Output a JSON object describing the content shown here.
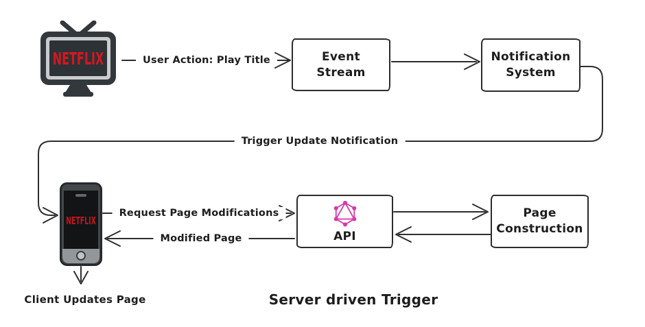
{
  "diagram": {
    "caption": "Server driven Trigger",
    "nodes": {
      "tv": {
        "brand": "NETFLIX"
      },
      "event_stream": {
        "label": "Event Stream"
      },
      "notification_system": {
        "label": "Notification System"
      },
      "phone": {
        "brand": "NETFLIX"
      },
      "api": {
        "label": "API",
        "icon": "graphql-logo"
      },
      "page_construction": {
        "label": "Page Construction"
      },
      "client_note": {
        "label": "Client Updates Page"
      }
    },
    "edges": {
      "user_action": {
        "label": "User Action: Play Title",
        "from": "tv",
        "to": "event_stream"
      },
      "event_to_notification": {
        "label": "",
        "from": "event_stream",
        "to": "notification_system"
      },
      "trigger_update": {
        "label": "Trigger Update Notification",
        "from": "notification_system",
        "to": "phone"
      },
      "request_mods": {
        "label": "Request Page Modifications",
        "from": "phone",
        "to": "api"
      },
      "modified_page": {
        "label": "Modified Page",
        "from": "api",
        "to": "phone"
      },
      "api_to_page_construction": {
        "label": "",
        "from": "api",
        "to": "page_construction"
      },
      "page_construction_to_api": {
        "label": "",
        "from": "page_construction",
        "to": "api"
      },
      "client_update": {
        "label": "",
        "from": "phone",
        "to": "client_note"
      }
    },
    "colors": {
      "stroke": "#2d2d2d",
      "netflix_red": "#d5181e",
      "graphql_pink": "#d63aab",
      "device_dark": "#33383d",
      "background": "#ffffff"
    }
  }
}
